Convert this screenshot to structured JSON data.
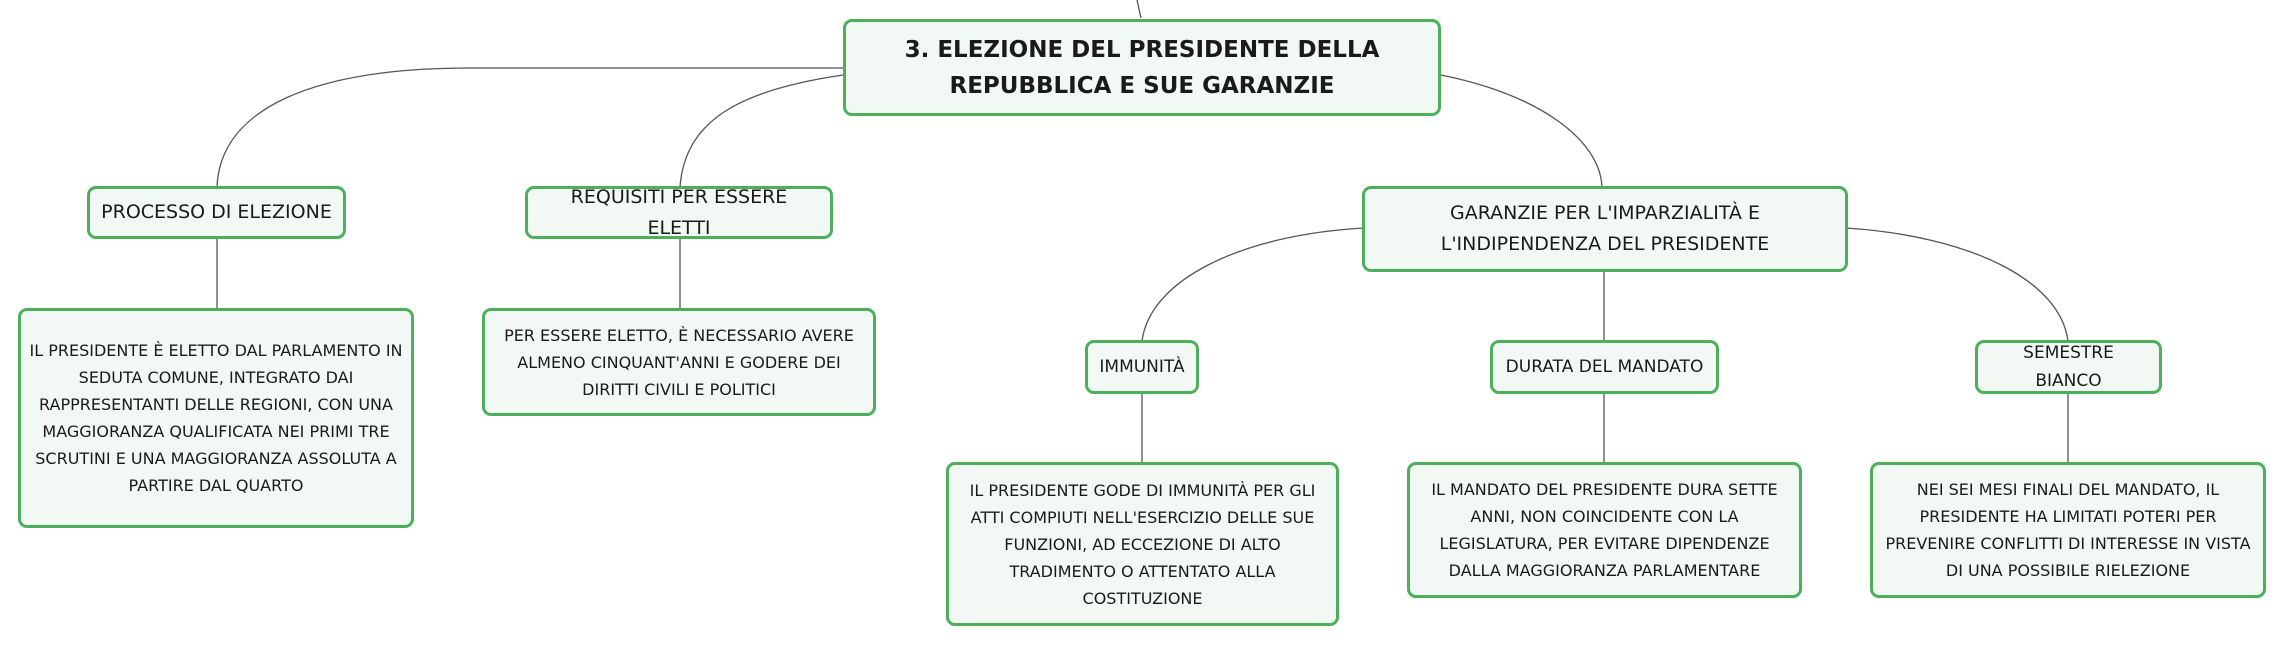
{
  "diagram": {
    "root": {
      "label": "3. ELEZIONE DEL PRESIDENTE DELLA REPUBBLICA E SUE GARANZIE"
    },
    "branches": {
      "processo": {
        "label": "PROCESSO DI ELEZIONE",
        "detail": "IL PRESIDENTE È ELETTO DAL PARLAMENTO IN SEDUTA COMUNE, INTEGRATO DAI RAPPRESENTANTI DELLE REGIONI, CON UNA MAGGIORANZA QUALIFICATA NEI PRIMI TRE SCRUTINI E UNA MAGGIORANZA ASSOLUTA A PARTIRE DAL QUARTO"
      },
      "requisiti": {
        "label": "REQUISITI PER ESSERE ELETTI",
        "detail": "PER ESSERE ELETTO, È NECESSARIO AVERE ALMENO CINQUANT'ANNI E GODERE DEI DIRITTI CIVILI E POLITICI"
      },
      "garanzie": {
        "label": "GARANZIE PER L'IMPARZIALITÀ E L'INDIPENDENZA DEL PRESIDENTE",
        "immunita": {
          "label": "IMMUNITÀ",
          "detail": "IL PRESIDENTE GODE DI IMMUNITÀ PER GLI ATTI COMPIUTI NELL'ESERCIZIO DELLE SUE FUNZIONI, AD ECCEZIONE DI ALTO TRADIMENTO O ATTENTATO ALLA COSTITUZIONE"
        },
        "durata": {
          "label": "DURATA DEL MANDATO",
          "detail": "IL MANDATO DEL PRESIDENTE DURA SETTE ANNI, NON COINCIDENTE CON LA LEGISLATURA, PER EVITARE DIPENDENZE DALLA MAGGIORANZA PARLAMENTARE"
        },
        "semestre": {
          "label": "SEMESTRE BIANCO",
          "detail": "NEI SEI MESI FINALI DEL MANDATO, IL PRESIDENTE HA LIMITATI POTERI PER PREVENIRE CONFLITTI DI INTERESSE IN VISTA DI UNA POSSIBILE RIELEZIONE"
        }
      }
    }
  }
}
